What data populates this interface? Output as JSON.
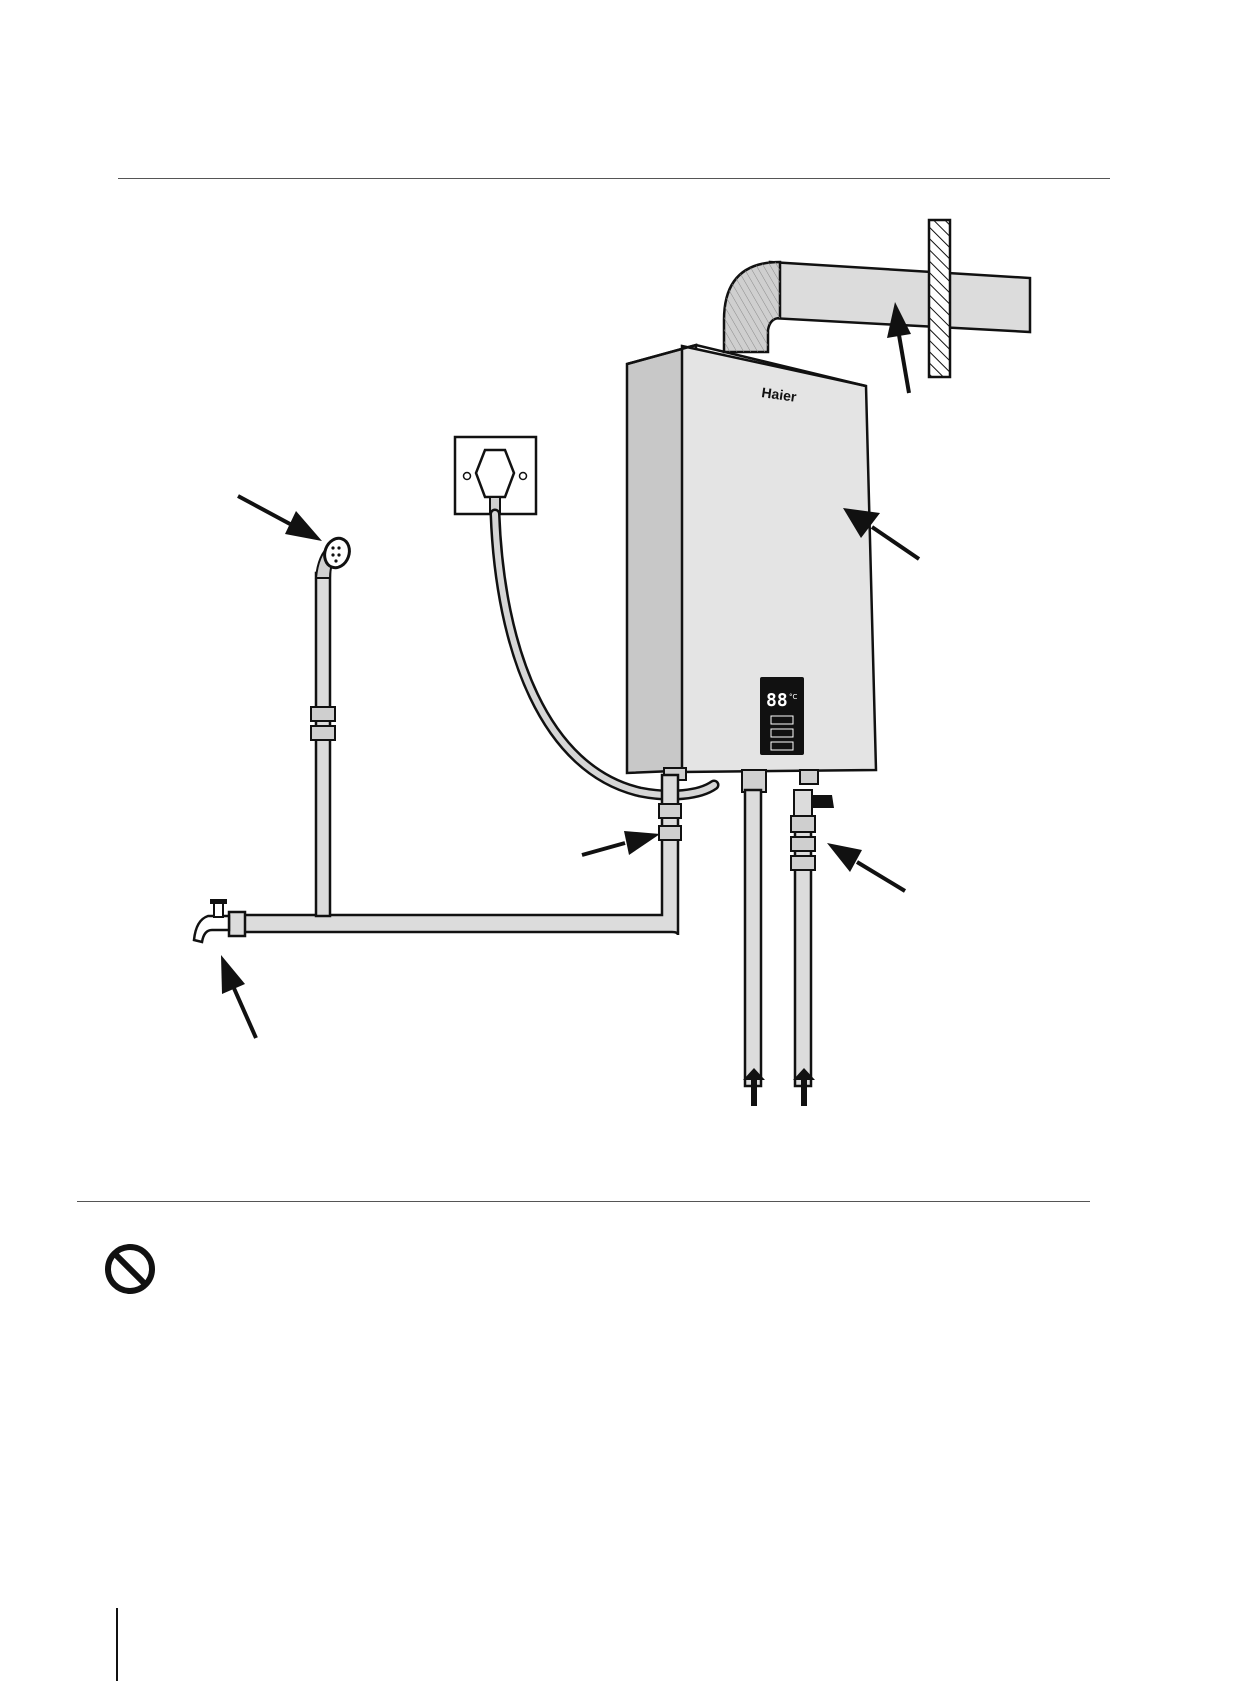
{
  "diagram": {
    "heater": {
      "brand_text": "Haier",
      "display_text": "88",
      "display_unit": "°C"
    }
  },
  "colors": {
    "line": "#111111",
    "heater_body": "#e6e6e6",
    "heater_side": "#c9c9c9",
    "flue": "#d8d8d8",
    "pipe": "#dcdcdc",
    "display_panel": "#111111",
    "display_digits": "#ffffff"
  },
  "icons": {
    "prohibit": "prohibit-icon",
    "arrow": "arrow-icon"
  }
}
